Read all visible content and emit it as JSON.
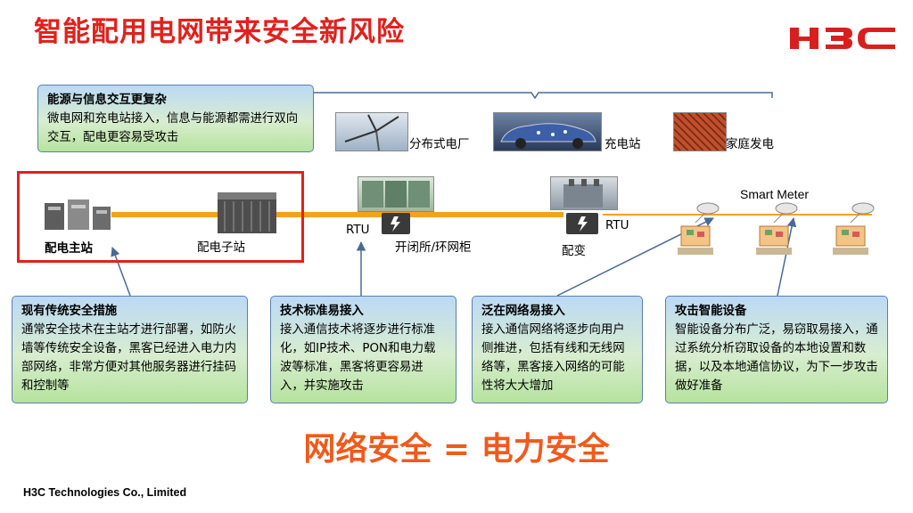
{
  "title": "智能配用电网带来安全新风险",
  "logo_text": "H3C",
  "top_box": {
    "heading": "能源与信息交互更复杂",
    "body": "微电网和充电站接入，信息与能源都需进行双向交互，配电更容易受攻击"
  },
  "energy_sources": [
    {
      "icon": "wind-turbine-photo",
      "label": "分布式电厂"
    },
    {
      "icon": "electric-car-photo",
      "label": "充电站"
    },
    {
      "icon": "solar-panel-photo",
      "label": "家庭发电"
    }
  ],
  "nodes": {
    "main_station": "配电主站",
    "substation": "配电子站",
    "rtu1": "RTU",
    "switch_station": "开闭所/环网柜",
    "rtu2": "RTU",
    "transformer": "配变",
    "smart_meter": "Smart Meter"
  },
  "boxes": [
    {
      "heading": "现有传统安全措施",
      "body": "通常安全技术在主站才进行部署，如防火墙等传统安全设备，黑客已经进入电力内部网络，非常方便对其他服务器进行挂码和控制等"
    },
    {
      "heading": "技术标准易接入",
      "body": "接入通信技术将逐步进行标准化，如IP技术、PON和电力载波等标准，黑客将更容易进入，并实施攻击"
    },
    {
      "heading": "泛在网络易接入",
      "body": "接入通信网络将逐步向用户侧推进，包括有线和无线网络等，黑客接入网络的可能性将大大增加"
    },
    {
      "heading": "攻击智能设备",
      "body": "智能设备分布广泛，易窃取易接入，通过系统分析窃取设备的本地设置和数据，以及本地通信协议，为下一步攻击做好准备"
    }
  ],
  "slogan": "网络安全 = 电力安全",
  "footer": "H3C Technologies Co., Limited",
  "colors": {
    "title": "#e0211d",
    "line": "#f5a21b",
    "slogan": "#f05a1c",
    "arrow": "#4a6a96"
  }
}
